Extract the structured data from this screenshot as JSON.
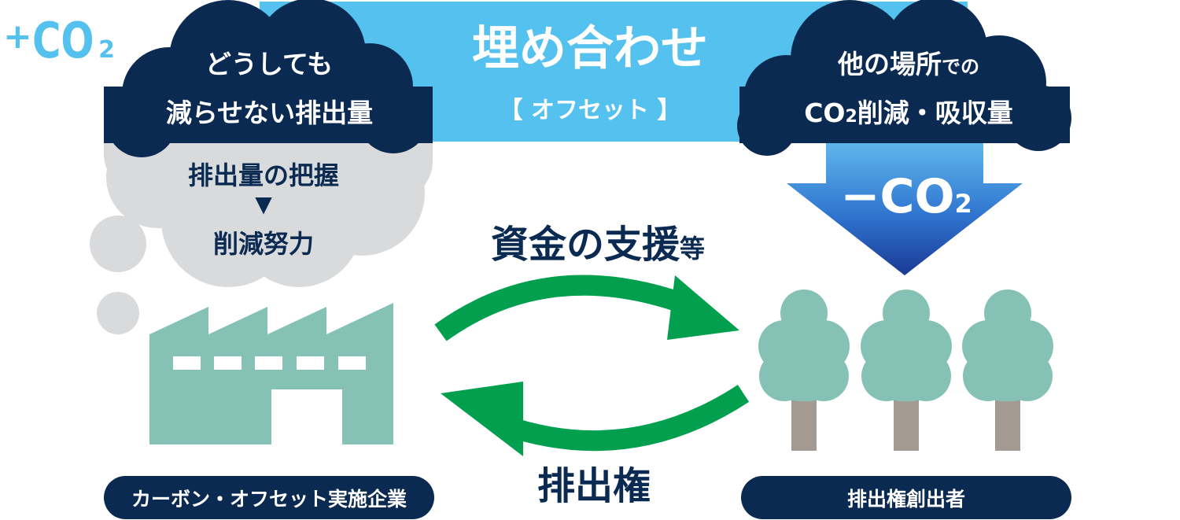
{
  "colors": {
    "navy": "#0b2a52",
    "sky_blue": "#55c1ee",
    "gray_cloud": "#d9dadb",
    "factory_teal": "#85c2b5",
    "tree_teal": "#85c2b5",
    "trunk": "#a39a92",
    "arrow_green": "#02a04e",
    "arrow_blue_top": "#4fa7e3",
    "arrow_blue_bottom": "#1c3f9a"
  },
  "plus_co2": {
    "sign": "+",
    "co": "CO",
    "sub": "2"
  },
  "left_cloud": {
    "line1": "どうしても",
    "line2": "減らせない排出量"
  },
  "banner": {
    "title": "埋め合わせ",
    "subtitle": "【 オフセット 】"
  },
  "right_cloud": {
    "line1_main": "他の場所",
    "line1_small": "での",
    "line2_co": "CO",
    "line2_sub": "2",
    "line2_rest": "削減・吸収量"
  },
  "gray_cloud": {
    "line1": "排出量の把握",
    "triangle": "▼",
    "line2": "削減努力"
  },
  "minus_co2": {
    "sign": "−",
    "co": "CO",
    "sub": "2"
  },
  "funding": {
    "main": "資金の支援",
    "suffix": "等"
  },
  "credits_label": "排出権",
  "labels": {
    "left": "カーボン・オフセット実施企業",
    "right": "排出権創出者"
  },
  "icons": {
    "factory": "factory-icon",
    "trees": "tree-icon",
    "arrows": "cycle-arrows-icon"
  }
}
